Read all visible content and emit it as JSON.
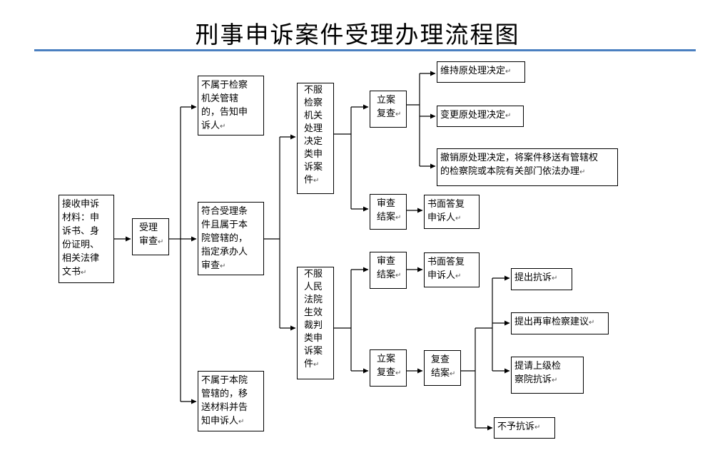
{
  "title": "刑事申诉案件受理办理流程图",
  "colors": {
    "rule": "#4a7fc0",
    "lines": "#000000"
  },
  "nodes": {
    "receive": "接收申诉\n材料：申\n诉书、身\n份证明、\n相关法律\n文书",
    "accept_review": "受理\n审查",
    "not_procuratorate": "不属于检察\n机关管辖\n的，告知申\n诉人",
    "assign_handler": "符合受理条\n件且属于本\n院管辖的，\n指定承办人\n审查",
    "not_this_court": "不属于本院\n管辖的，移\n送材料并告\n知申诉人",
    "dispute_procuratorate": "不服\n检察\n机关\n处理\n决定\n类申\n诉案\n件",
    "dispute_court": "不服\n人民\n法院\n生效\n裁判\n类申\n诉案\n件",
    "file_review_top": "立案\n复查",
    "close_review_top": "审查\n结案",
    "written_reply_top": "书面答复\n申诉人",
    "maintain": "维持原处理决定",
    "change": "变更原处理决定",
    "revoke": "撤销原处理决定，将案件移送有管辖权\n的检察院或本院有关部门依法办理",
    "close_review_bottom": "审查\n结案",
    "written_reply_bottom": "书面答复\n申诉人",
    "file_review_bottom": "立案\n复查",
    "close_recheck": "复查\n结案",
    "protest": "提出抗诉",
    "retrial_suggestion": "提出再审检察建议",
    "request_superior_protest": "提请上级检\n察院抗诉",
    "no_protest": "不予抗诉"
  }
}
